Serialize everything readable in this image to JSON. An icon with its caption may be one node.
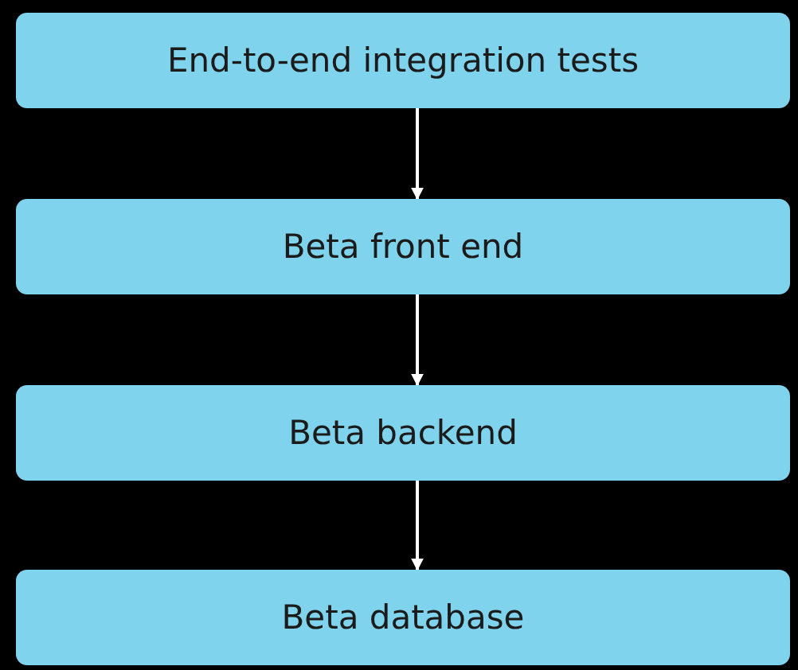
{
  "diagram": {
    "nodes": [
      {
        "text": [
          "End-to-end integration tests"
        ]
      },
      {
        "text": [
          "Beta front end"
        ]
      },
      {
        "text": [
          "Beta backend"
        ]
      },
      {
        "text": [
          "Beta database"
        ]
      }
    ],
    "edges": [
      {
        "from": 0,
        "to": 1,
        "arrow": "to"
      },
      {
        "from": 1,
        "to": 2,
        "arrow": "to"
      },
      {
        "from": 2,
        "to": 3,
        "arrow": "to"
      }
    ]
  }
}
